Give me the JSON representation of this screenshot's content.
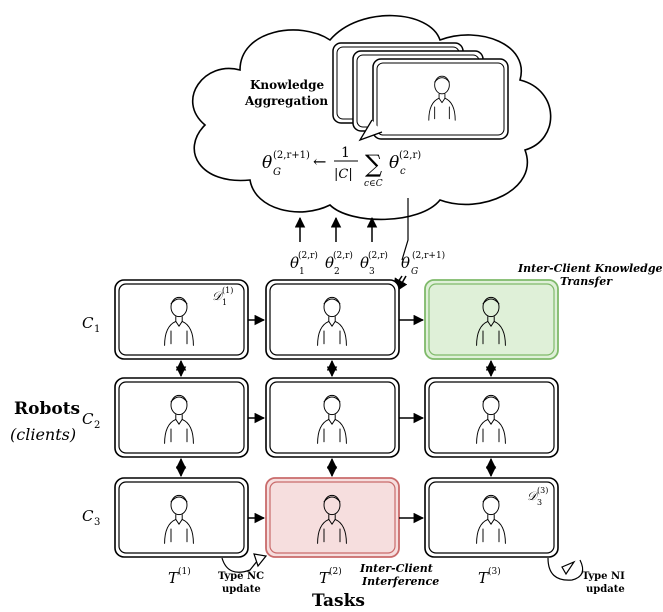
{
  "cloud": {
    "label_line1": "Knowledge",
    "label_line2": "Aggregation",
    "formula_lhs": "θ",
    "formula_lhs_sub": "G",
    "formula_lhs_sup": "(2,r+1)",
    "formula_arrow": "←",
    "formula_frac_num": "1",
    "formula_frac_den": "|C|",
    "formula_sum": "∑",
    "formula_sum_sub": "c∈C",
    "formula_rhs": "θ",
    "formula_rhs_sub": "c",
    "formula_rhs_sup": "(2,r)"
  },
  "uploads": [
    {
      "sym": "θ",
      "sub": "1",
      "sup": "(2,r)"
    },
    {
      "sym": "θ",
      "sub": "2",
      "sup": "(2,r)"
    },
    {
      "sym": "θ",
      "sub": "3",
      "sup": "(2,r)"
    }
  ],
  "download": {
    "sym": "θ",
    "sub": "G",
    "sup": "(2,r+1)"
  },
  "rows": [
    {
      "sym": "C",
      "sub": "1"
    },
    {
      "sym": "C",
      "sub": "2"
    },
    {
      "sym": "C",
      "sub": "3"
    }
  ],
  "columns": [
    {
      "sym": "T",
      "sup": "(1)"
    },
    {
      "sym": "T",
      "sup": "(2)"
    },
    {
      "sym": "T",
      "sup": "(3)"
    }
  ],
  "dataset_labels": [
    {
      "sym": "𝒟",
      "sub": "1",
      "sup": "(1)"
    },
    {
      "sym": "𝒟",
      "sub": "3",
      "sup": "(3)"
    }
  ],
  "annotations": {
    "transfer_line1": "Inter-Client Knowledge",
    "transfer_line2": "Transfer",
    "interference_line1": "Inter-Client",
    "interference_line2": "Interference",
    "nc_line1": "Type NC",
    "nc_line2": "update",
    "ni_line1": "Type NI",
    "ni_line2": "update"
  },
  "axis": {
    "robots": "Robots",
    "clients": "(clients)",
    "tasks": "Tasks"
  },
  "colors": {
    "transfer_fill": "#dff0d8",
    "transfer_stroke": "#7fba6a",
    "interference_fill": "#f6dede",
    "interference_stroke": "#c96b6b"
  }
}
